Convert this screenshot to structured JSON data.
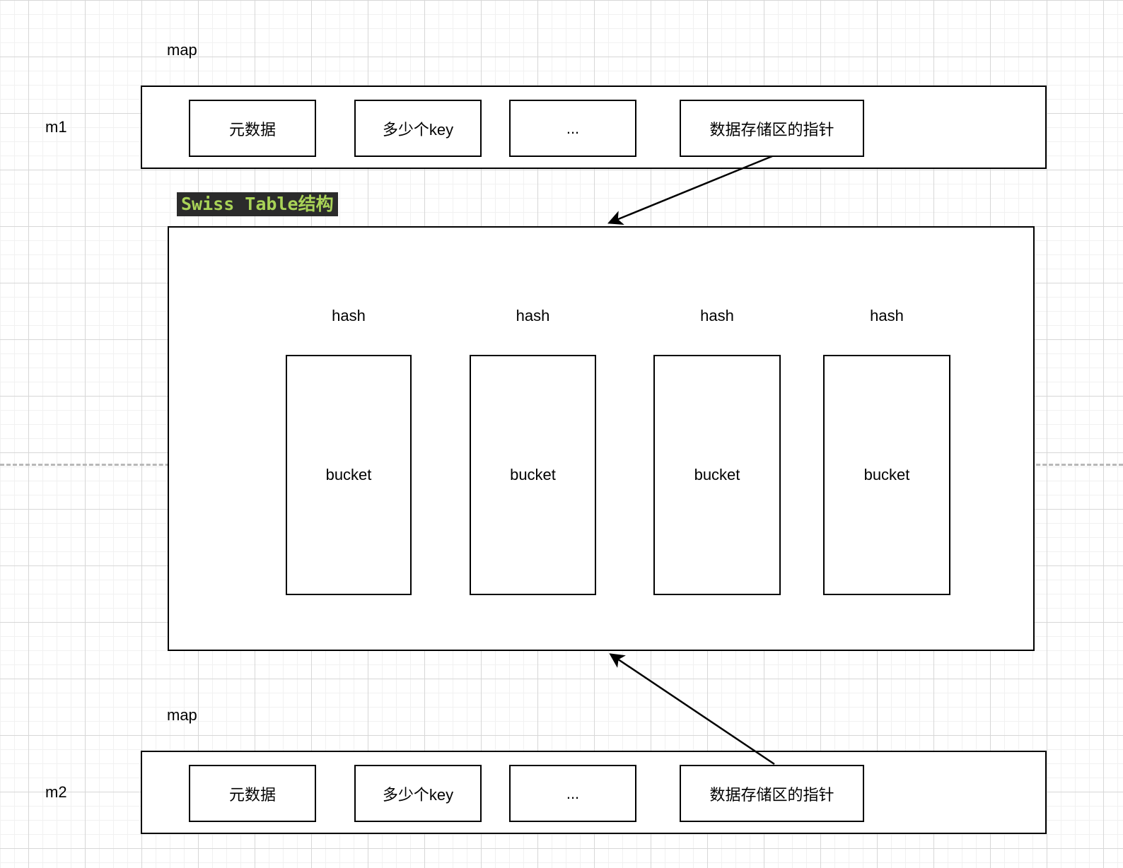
{
  "diagram": {
    "m1": {
      "name": "m1",
      "title": "map",
      "cells": [
        "元数据",
        "多少个key",
        "...",
        "数据存储区的指针"
      ]
    },
    "m2": {
      "name": "m2",
      "title": "map",
      "cells": [
        "元数据",
        "多少个key",
        "...",
        "数据存储区的指针"
      ]
    },
    "swiss": {
      "label": "Swiss Table结构",
      "columns": [
        {
          "hash": "hash",
          "bucket": "bucket"
        },
        {
          "hash": "hash",
          "bucket": "bucket"
        },
        {
          "hash": "hash",
          "bucket": "bucket"
        },
        {
          "hash": "hash",
          "bucket": "bucket"
        }
      ]
    },
    "colors": {
      "shape_line": "#000000",
      "swiss_label_bg": "#2b2b2b",
      "swiss_label_fg": "#a9d357",
      "dashed_guide": "#b8b8b8"
    }
  }
}
